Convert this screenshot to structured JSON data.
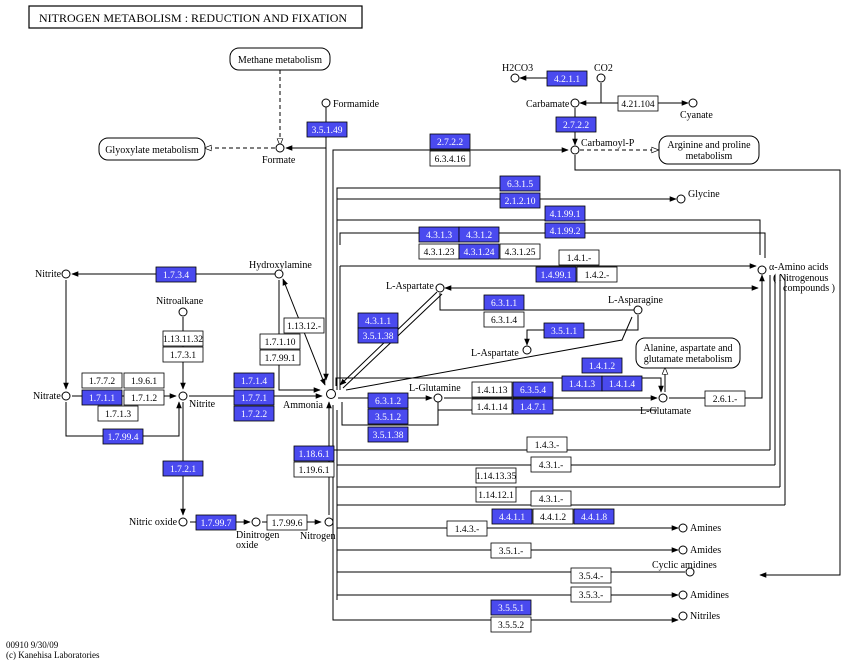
{
  "title": "NITROGEN METABOLISM : REDUCTION AND FIXATION",
  "footer": [
    "00910 9/30/09",
    "(c) Kanehisa Laboratories"
  ],
  "colors": {
    "highlight": "#4a4aef",
    "line": "#000000"
  },
  "maps": [
    {
      "id": "methane",
      "text": [
        "Methane metabolism"
      ]
    },
    {
      "id": "glyoxylate",
      "text": [
        "Glyoxylate metabolism"
      ]
    },
    {
      "id": "arginine",
      "text": [
        "Arginine and proline",
        "metabolism"
      ]
    },
    {
      "id": "alanine",
      "text": [
        "Alanine, aspartate and",
        "glutamate metabolism"
      ]
    }
  ],
  "compounds": [
    {
      "id": "formamide",
      "label": "Formamide"
    },
    {
      "id": "formate",
      "label": "Formate"
    },
    {
      "id": "h2co3",
      "label": "H2CO3"
    },
    {
      "id": "co2",
      "label": "CO2"
    },
    {
      "id": "carbamate",
      "label": "Carbamate"
    },
    {
      "id": "cyanate",
      "label": "Cyanate"
    },
    {
      "id": "carbamoylp",
      "label": "Carbamoyl-P"
    },
    {
      "id": "glycine",
      "label": "Glycine"
    },
    {
      "id": "aminoacids",
      "label": "α-Amino acids"
    },
    {
      "id": "nitrite1",
      "label": "Nitrite"
    },
    {
      "id": "hydroxylamine",
      "label": "Hydroxylamine"
    },
    {
      "id": "nitroalkane",
      "label": "Nitroalkane"
    },
    {
      "id": "nitrate",
      "label": "Nitrate"
    },
    {
      "id": "nitrite2",
      "label": "Nitrite"
    },
    {
      "id": "ammonia",
      "label": "Ammonia"
    },
    {
      "id": "laspartate1",
      "label": "L-Aspartate"
    },
    {
      "id": "lasparagine",
      "label": "L-Asparagine"
    },
    {
      "id": "laspartate2",
      "label": "L-Aspartate"
    },
    {
      "id": "lglutamine",
      "label": "L-Glutamine"
    },
    {
      "id": "lglutamate",
      "label": "L-Glutamate"
    },
    {
      "id": "nitricoxide",
      "label": "Nitric oxide"
    },
    {
      "id": "dinitrogen",
      "label": "Dinitrogen"
    },
    {
      "id": "nitrogen",
      "label": "Nitrogen"
    },
    {
      "id": "amines",
      "label": "Amines"
    },
    {
      "id": "amides",
      "label": "Amides"
    },
    {
      "id": "cyclic",
      "label": "Cyclic amidines"
    },
    {
      "id": "amidines",
      "label": "Amidines"
    },
    {
      "id": "nitriles",
      "label": "Nitriles"
    }
  ],
  "extra_labels": {
    "aminoacids_sub": "( Nitrogenous",
    "aminoacids_sub2": "compounds )",
    "dinitrogen_sub": "oxide"
  },
  "enzymes": [
    {
      "id": "e_4211",
      "ec": "4.2.1.1",
      "on": true
    },
    {
      "id": "e_421104",
      "ec": "4.21.104",
      "on": false
    },
    {
      "id": "e_2722a",
      "ec": "2.7.2.2",
      "on": true
    },
    {
      "id": "e_35149",
      "ec": "3.5.1.49",
      "on": true
    },
    {
      "id": "e_2722b",
      "ec": "2.7.2.2",
      "on": true
    },
    {
      "id": "e_63416",
      "ec": "6.3.4.16",
      "on": false
    },
    {
      "id": "e_6315",
      "ec": "6.3.1.5",
      "on": true
    },
    {
      "id": "e_21210",
      "ec": "2.1.2.10",
      "on": true
    },
    {
      "id": "e_41991",
      "ec": "4.1.99.1",
      "on": true
    },
    {
      "id": "e_41992",
      "ec": "4.1.99.2",
      "on": true
    },
    {
      "id": "e_4313",
      "ec": "4.3.1.3",
      "on": true
    },
    {
      "id": "e_4312",
      "ec": "4.3.1.2",
      "on": true
    },
    {
      "id": "e_43123",
      "ec": "4.3.1.23",
      "on": false
    },
    {
      "id": "e_43124",
      "ec": "4.3.1.24",
      "on": true
    },
    {
      "id": "e_43125",
      "ec": "4.3.1.25",
      "on": false
    },
    {
      "id": "e_141",
      "ec": "1.4.1.-",
      "on": false
    },
    {
      "id": "e_14991",
      "ec": "1.4.99.1",
      "on": true
    },
    {
      "id": "e_142",
      "ec": "1.4.2.-",
      "on": false
    },
    {
      "id": "e_1734",
      "ec": "1.7.3.4",
      "on": true
    },
    {
      "id": "e_11312",
      "ec": "1.13.12.-",
      "on": false
    },
    {
      "id": "e_6311",
      "ec": "6.3.1.1",
      "on": true
    },
    {
      "id": "e_6314",
      "ec": "6.3.1.4",
      "on": false
    },
    {
      "id": "e_3511",
      "ec": "3.5.1.1",
      "on": true
    },
    {
      "id": "e_4311",
      "ec": "4.3.1.1",
      "on": true
    },
    {
      "id": "e_35138a",
      "ec": "3.5.1.38",
      "on": true
    },
    {
      "id": "e_1131132",
      "ec": "1.13.11.32",
      "on": false
    },
    {
      "id": "e_1731",
      "ec": "1.7.3.1",
      "on": false
    },
    {
      "id": "e_17110",
      "ec": "1.7.1.10",
      "on": false
    },
    {
      "id": "e_17991",
      "ec": "1.7.99.1",
      "on": false
    },
    {
      "id": "e_1412",
      "ec": "1.4.1.2",
      "on": true
    },
    {
      "id": "e_1413",
      "ec": "1.4.1.3",
      "on": true
    },
    {
      "id": "e_1414",
      "ec": "1.4.1.4",
      "on": true
    },
    {
      "id": "e_1772",
      "ec": "1.7.7.2",
      "on": false
    },
    {
      "id": "e_1961",
      "ec": "1.9.6.1",
      "on": false
    },
    {
      "id": "e_1711",
      "ec": "1.7.1.1",
      "on": true
    },
    {
      "id": "e_1712",
      "ec": "1.7.1.2",
      "on": false
    },
    {
      "id": "e_1713",
      "ec": "1.7.1.3",
      "on": false
    },
    {
      "id": "e_1714",
      "ec": "1.7.1.4",
      "on": true
    },
    {
      "id": "e_1771",
      "ec": "1.7.7.1",
      "on": true
    },
    {
      "id": "e_1722",
      "ec": "1.7.2.2",
      "on": true
    },
    {
      "id": "e_6312",
      "ec": "6.3.1.2",
      "on": true
    },
    {
      "id": "e_14113",
      "ec": "1.4.1.13",
      "on": false
    },
    {
      "id": "e_6354",
      "ec": "6.3.5.4",
      "on": true
    },
    {
      "id": "e_3512",
      "ec": "3.5.1.2",
      "on": true
    },
    {
      "id": "e_14114",
      "ec": "1.4.1.14",
      "on": false
    },
    {
      "id": "e_1471",
      "ec": "1.4.7.1",
      "on": true
    },
    {
      "id": "e_261",
      "ec": "2.6.1.-",
      "on": false
    },
    {
      "id": "e_35138b",
      "ec": "3.5.1.38",
      "on": true
    },
    {
      "id": "e_17994",
      "ec": "1.7.99.4",
      "on": true
    },
    {
      "id": "e_143a",
      "ec": "1.4.3.-",
      "on": false
    },
    {
      "id": "e_431a",
      "ec": "4.3.1.-",
      "on": false
    },
    {
      "id": "e_11861",
      "ec": "1.18.6.1",
      "on": true
    },
    {
      "id": "e_11961",
      "ec": "1.19.6.1",
      "on": false
    },
    {
      "id": "e_1721",
      "ec": "1.7.2.1",
      "on": true
    },
    {
      "id": "e_1141335",
      "ec": "1.14.13.35",
      "on": false
    },
    {
      "id": "e_114121",
      "ec": "1.14.12.1",
      "on": false
    },
    {
      "id": "e_431b",
      "ec": "4.3.1.-",
      "on": false
    },
    {
      "id": "e_4411",
      "ec": "4.4.1.1",
      "on": true
    },
    {
      "id": "e_4412",
      "ec": "4.4.1.2",
      "on": false
    },
    {
      "id": "e_4418",
      "ec": "4.4.1.8",
      "on": true
    },
    {
      "id": "e_143b",
      "ec": "1.4.3.-",
      "on": false
    },
    {
      "id": "e_17997",
      "ec": "1.7.99.7",
      "on": true
    },
    {
      "id": "e_17996",
      "ec": "1.7.99.6",
      "on": false
    },
    {
      "id": "e_351",
      "ec": "3.5.1.-",
      "on": false
    },
    {
      "id": "e_354",
      "ec": "3.5.4.-",
      "on": false
    },
    {
      "id": "e_353",
      "ec": "3.5.3.-",
      "on": false
    },
    {
      "id": "e_3551",
      "ec": "3.5.5.1",
      "on": true
    },
    {
      "id": "e_3552",
      "ec": "3.5.5.2",
      "on": false
    }
  ]
}
